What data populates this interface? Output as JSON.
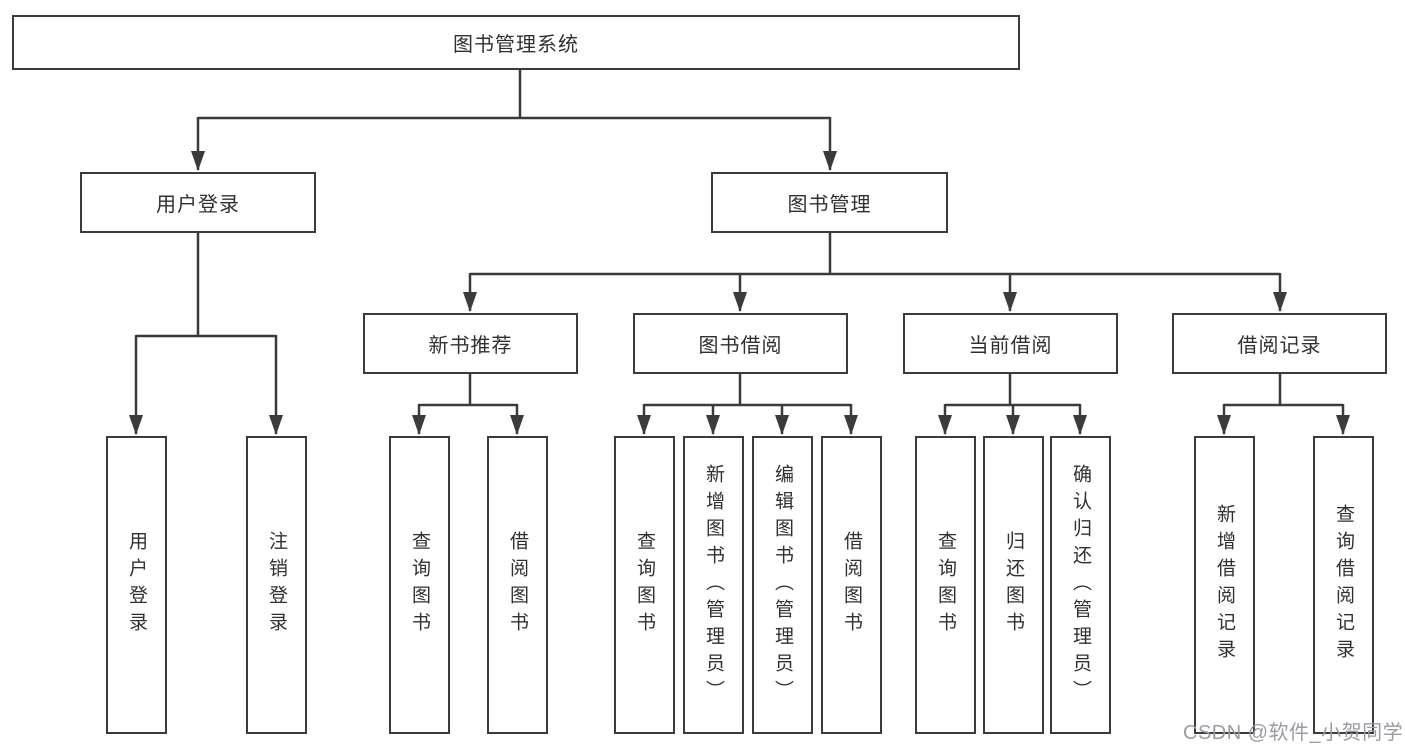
{
  "watermark": "CSDN @软件_小贺同学",
  "colors": {
    "line": "#3b3b3b",
    "text": "#303030",
    "box_fill": "#ffffff",
    "watermark_gray": "#9b9ba4"
  },
  "diagram": {
    "root": "图书管理系统",
    "level2": [
      "用户登录",
      "图书管理"
    ],
    "level3": [
      "新书推荐",
      "图书借阅",
      "当前借阅",
      "借阅记录"
    ],
    "leaves": {
      "user_login": [
        "用户登录",
        "注销登录"
      ],
      "new_book": [
        "查询图书",
        "借阅图书"
      ],
      "book_borrow": [
        "查询图书",
        "新增图书（管理员）",
        "编辑图书（管理员）",
        "借阅图书"
      ],
      "current_borrow": [
        "查询图书",
        "归还图书",
        "确认归还（管理员）"
      ],
      "borrow_records": [
        "新增借阅记录",
        "查询借阅记录"
      ]
    }
  }
}
